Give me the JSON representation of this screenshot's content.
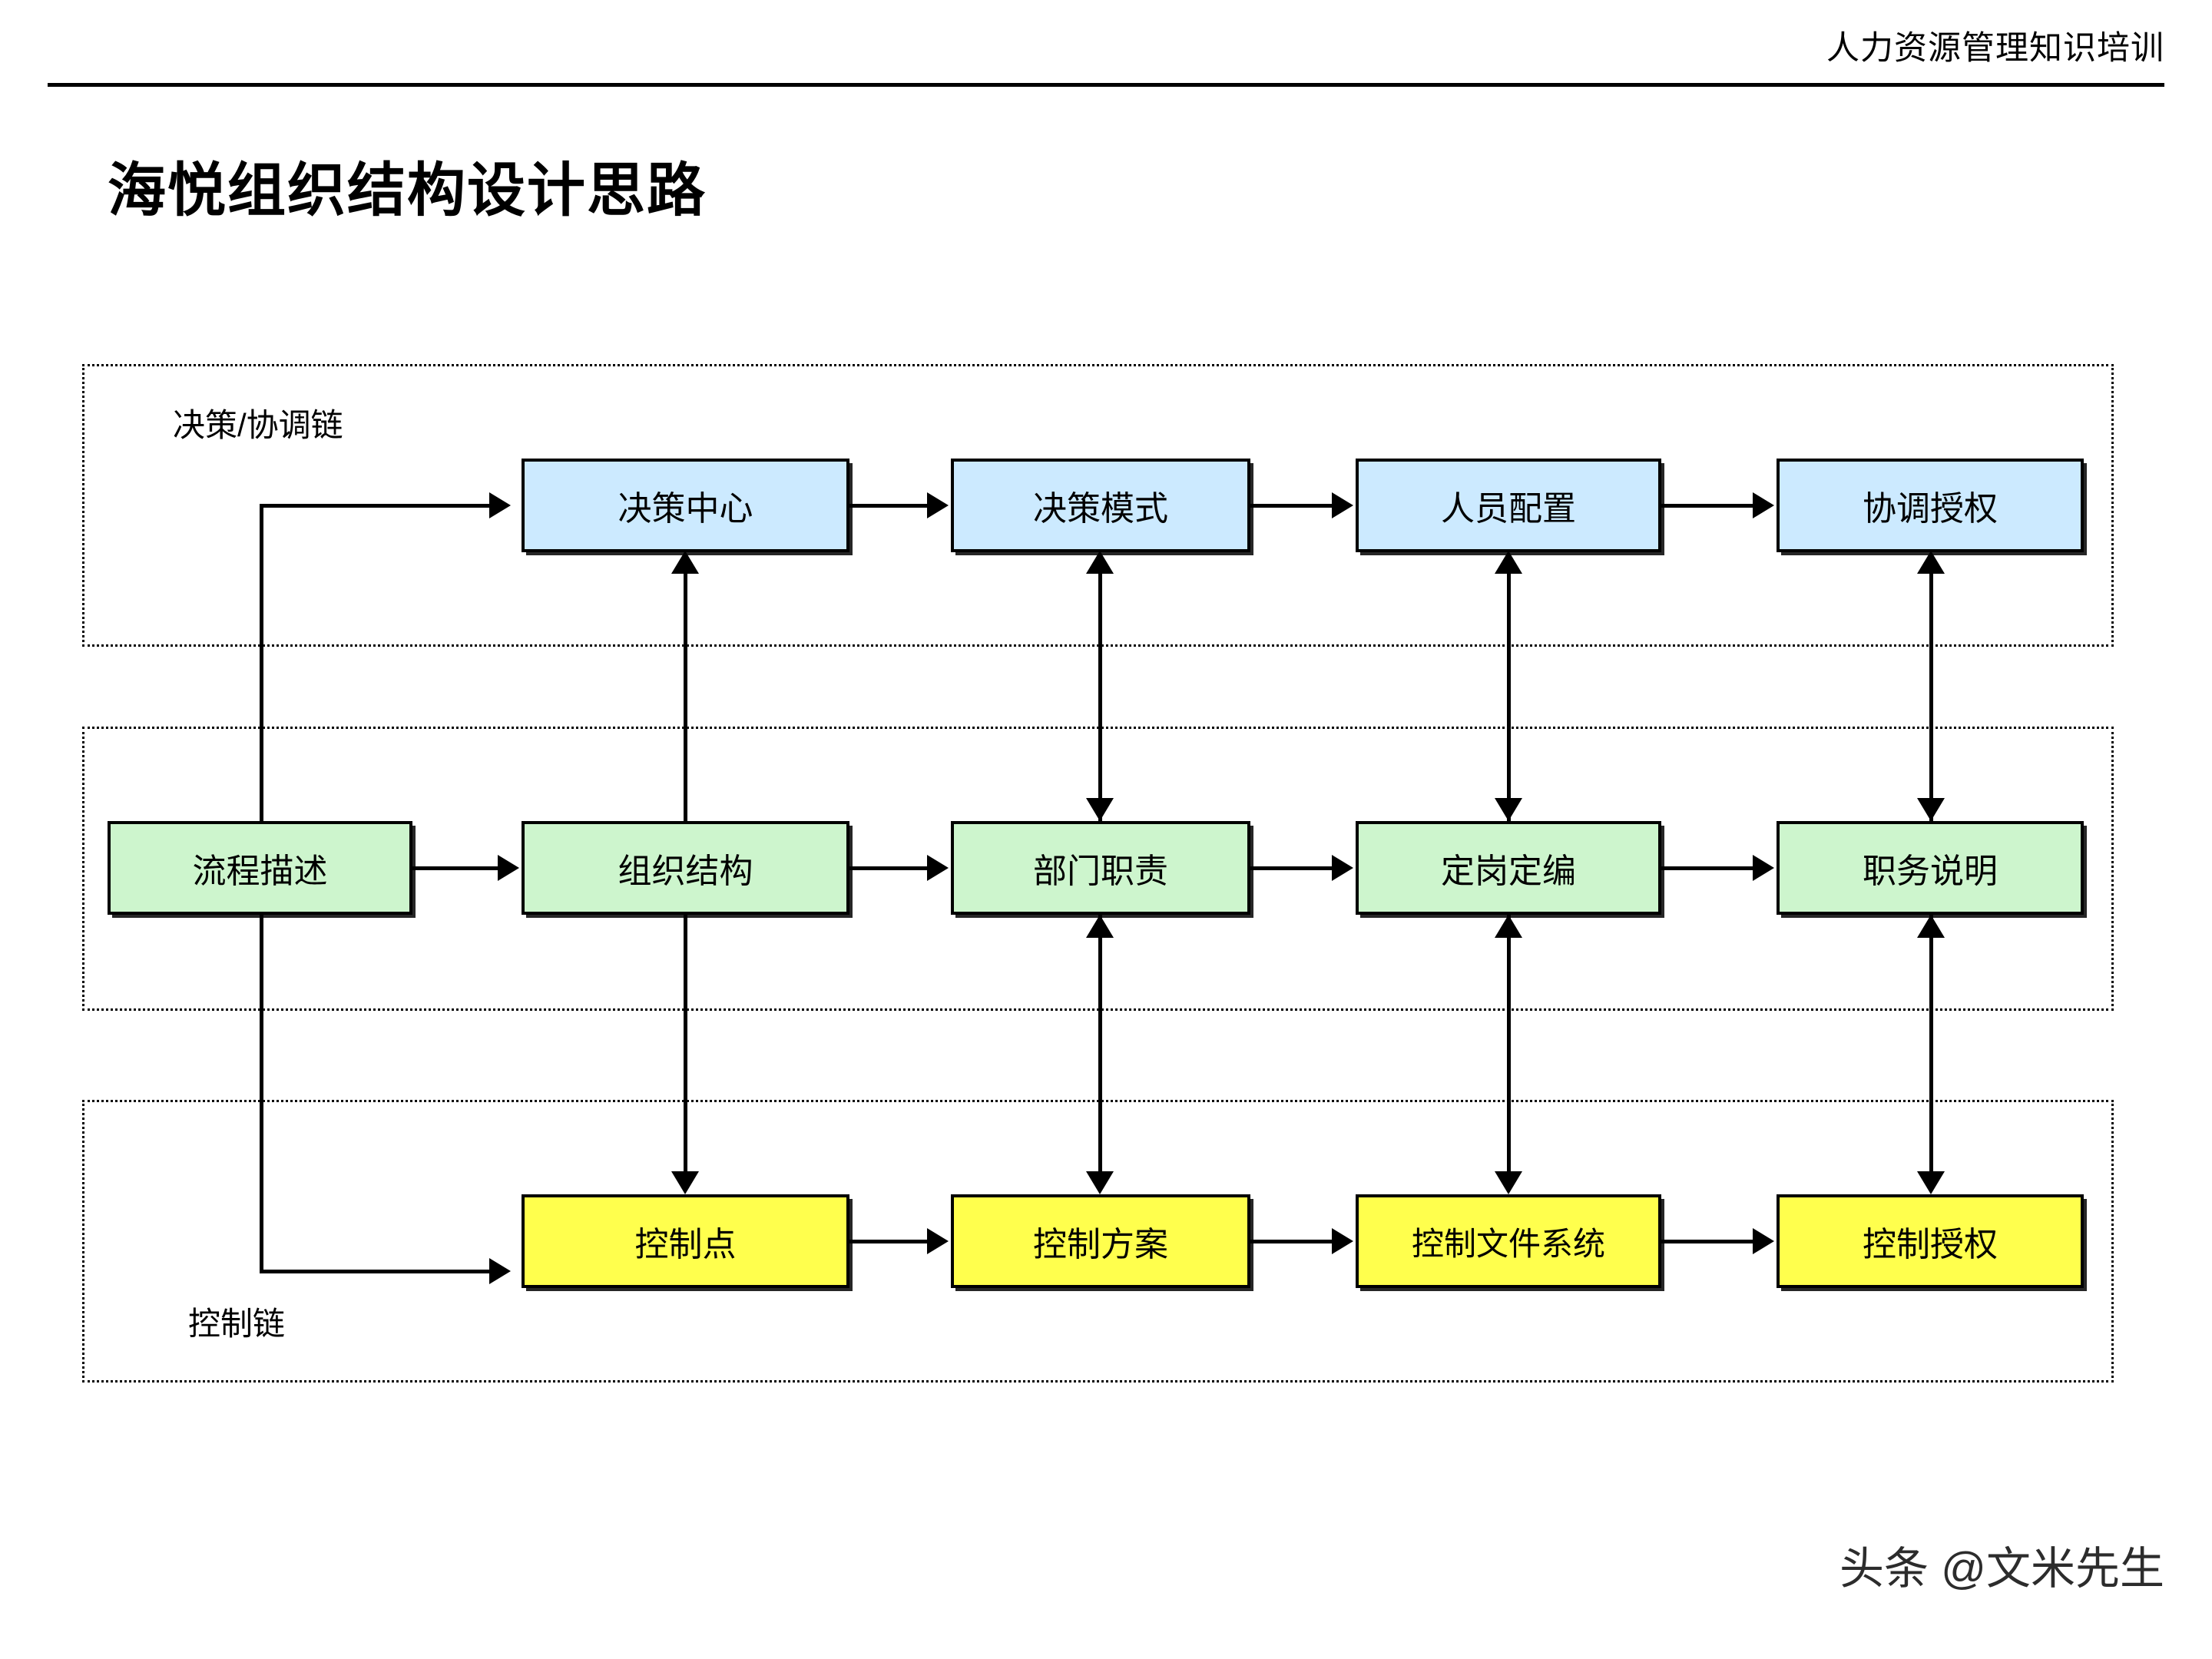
{
  "header": {
    "title": "人力资源管理知识培训"
  },
  "page": {
    "title": "海悦组织结构设计思路",
    "watermark": "头条 @文米先生"
  },
  "colors": {
    "decision_fill": "#cceaff",
    "process_fill": "#cdf5cd",
    "control_fill": "#ffff4d",
    "line": "#000000",
    "background": "#ffffff"
  },
  "diagram": {
    "type": "flowchart",
    "bands": [
      {
        "id": "decision",
        "label": "决策/协调链",
        "fill": "#cceaff"
      },
      {
        "id": "process",
        "label": "",
        "fill": "#cdf5cd"
      },
      {
        "id": "control",
        "label": "控制链",
        "fill": "#ffff4d"
      }
    ],
    "rows": {
      "decision": [
        {
          "label": "决策中心"
        },
        {
          "label": "决策模式"
        },
        {
          "label": "人员配置"
        },
        {
          "label": "协调授权"
        }
      ],
      "process": [
        {
          "label": "流程描述"
        },
        {
          "label": "组织结构"
        },
        {
          "label": "部门职责"
        },
        {
          "label": "定岗定编"
        },
        {
          "label": "职务说明"
        }
      ],
      "control": [
        {
          "label": "控制点"
        },
        {
          "label": "控制方案"
        },
        {
          "label": "控制文件系统"
        },
        {
          "label": "控制授权"
        }
      ]
    }
  }
}
